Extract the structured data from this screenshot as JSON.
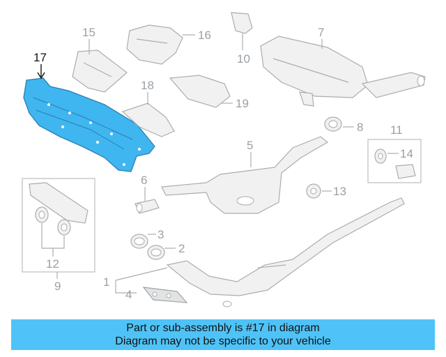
{
  "callouts": {
    "c1": "1",
    "c2": "2",
    "c3": "3",
    "c4": "4",
    "c5": "5",
    "c6": "6",
    "c7": "7",
    "c8": "8",
    "c9": "9",
    "c10": "10",
    "c11": "11",
    "c12": "12",
    "c13": "13",
    "c14": "14",
    "c15": "15",
    "c16": "16",
    "c17": "17",
    "c18": "18",
    "c19": "19"
  },
  "highlight": {
    "part": "17",
    "color": "#3fb6f0"
  },
  "banner": {
    "line1": "Part or sub-assembly is #17 in diagram",
    "line2": "Diagram may not be specific to your vehicle",
    "color": "#4fc3f7"
  }
}
